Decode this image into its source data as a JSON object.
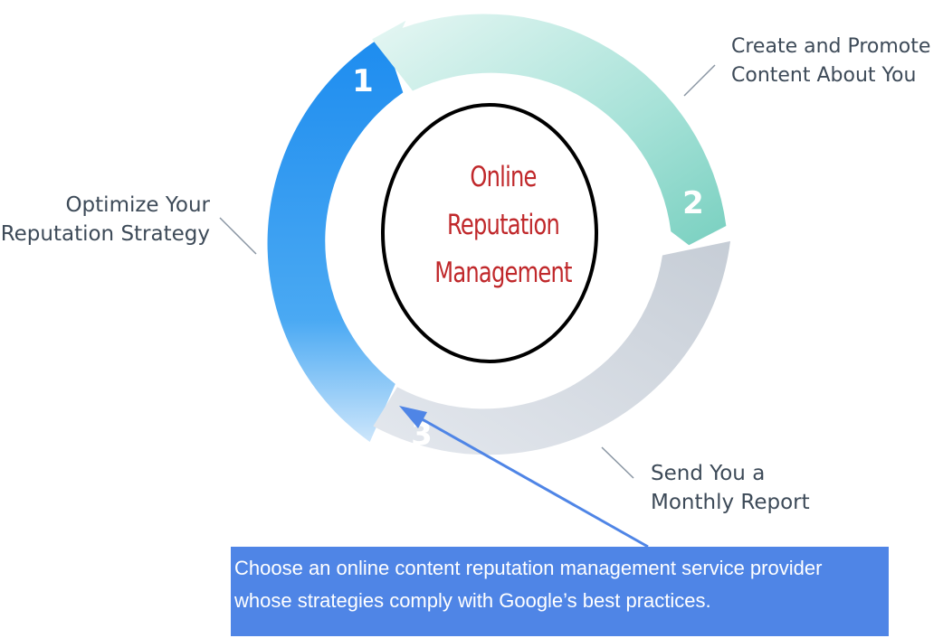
{
  "diagram": {
    "center_title_lines": [
      "Online",
      "Reputation",
      "Management"
    ],
    "steps": [
      {
        "number": "1",
        "label_lines": [
          "Optimize Your",
          "Reputation Strategy"
        ]
      },
      {
        "number": "2",
        "label_lines": [
          "Create and Promote",
          "Content About You"
        ]
      },
      {
        "number": "3",
        "label_lines": [
          "Send You a",
          "Monthly Report"
        ]
      }
    ],
    "callout_text": "Choose an online content reputation management service provider whose strategies comply with Google’s best practices."
  },
  "colors": {
    "step1_blue": "#1f8fef",
    "step2_teal": "#86d6c8",
    "step3_gray": "#ccd2da",
    "center_title_red": "#c0282b",
    "callout_blue": "#4f85e6",
    "arrow_blue": "#4f85e6"
  }
}
